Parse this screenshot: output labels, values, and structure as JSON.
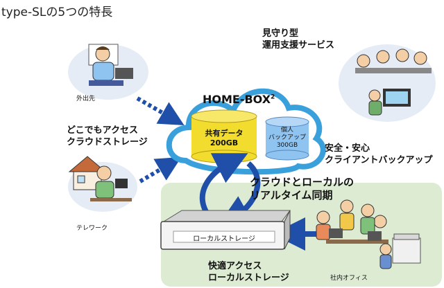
{
  "title": "type-SLの5つの特長",
  "cloud": {
    "name": "HOME-BOX",
    "superscript": "2"
  },
  "shared_data": {
    "line1": "共有データ",
    "line2": "200GB"
  },
  "personal_backup": {
    "line1": "個人",
    "line2": "バックアップ",
    "line3": "300GB"
  },
  "device_label": "ローカルストレージ",
  "features": {
    "access_anywhere": [
      "どこでもアクセス",
      "クラウドストレージ"
    ],
    "monitoring": [
      "見守り型",
      "運用支援サービス"
    ],
    "safe_backup": [
      "安全・安心",
      "クライアントバックアップ"
    ],
    "sync": [
      "クラウドとローカルの",
      "リアルタイム同期"
    ],
    "fast_access": [
      "快適アクセス",
      "ローカルストレージ"
    ]
  },
  "locations": {
    "outside": "外出先",
    "telework": "テレワーク",
    "office": "社内オフィス"
  },
  "colors": {
    "cloud_outline": "#3aa0dc",
    "cylinder": "#f2dc2e",
    "cylinder_blue": "#8fc3f0",
    "arrow_blue": "#1f4fa8",
    "green_area": "#dcebd2",
    "bubble": "#e6ecf6"
  }
}
